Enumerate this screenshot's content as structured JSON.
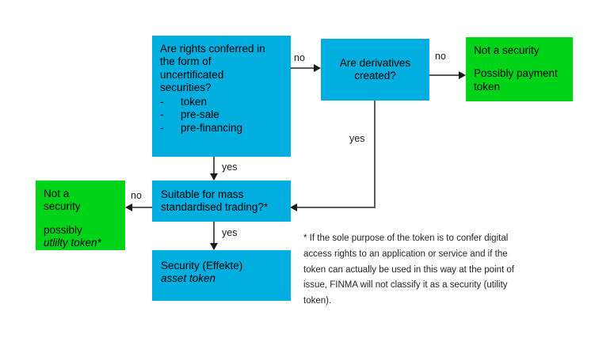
{
  "diagram": {
    "title": "FINMA token classification decision tree",
    "colors": {
      "decision_box": "#00AEDF",
      "result_box": "#00D419",
      "edge": "#58585A",
      "text": "#000000",
      "background": "#FFFFFF"
    },
    "nodes": {
      "rights_question": {
        "heading": "Are rights conferred in\nthe form of\nuncertificated\nsecurities?",
        "bullet_marker": "-",
        "bullets": [
          "token",
          "pre-sale",
          "pre-financing"
        ]
      },
      "derivatives_question": {
        "text": "Are derivatives\ncreated?"
      },
      "payment_result": {
        "line1": "Not a security",
        "line2_prefix": "Possibly ",
        "line2_emphasis": "payment\ntoken"
      },
      "mass_trading_question": {
        "text": "Suitable for mass\nstandardised trading?*"
      },
      "utility_result": {
        "line1": "Not a\nsecurity",
        "line2": "possibly",
        "line3_emphasis": "utlilty token*"
      },
      "security_result": {
        "line1": "Security (Effekte)",
        "line2_emphasis": "asset token"
      }
    },
    "edges": {
      "rights_to_derivatives": "no",
      "derivatives_to_payment": "no",
      "derivatives_to_mass": "yes",
      "rights_to_mass": "yes",
      "mass_to_utility": "no",
      "mass_to_security": "yes"
    },
    "footnote": "* If the sole purpose of the token is to confer digital access rights to an application or service and if the token can actually be used in this way at the point of issue, FINMA will not classify it as a security (utility token)."
  }
}
